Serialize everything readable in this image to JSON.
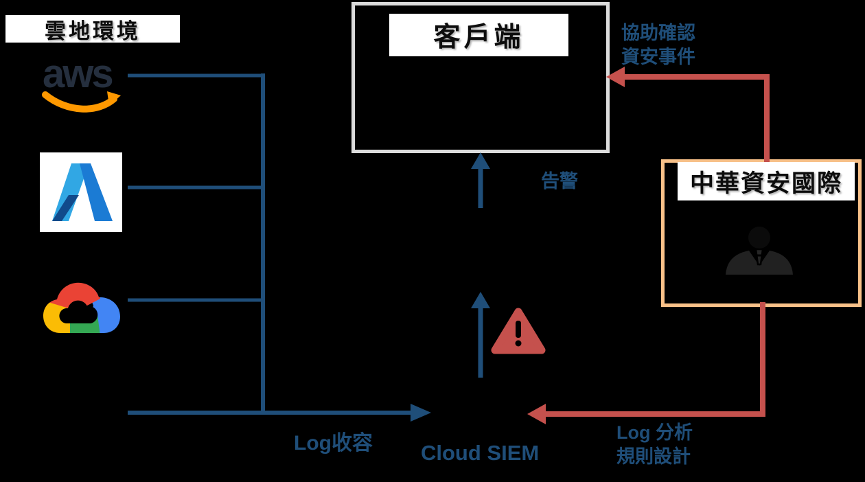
{
  "header": {
    "label": "雲地環境"
  },
  "providers": {
    "aws_wordmark": "aws",
    "icons": [
      "aws-logo",
      "azure-logo",
      "google-cloud-logo"
    ]
  },
  "boxes": {
    "client": {
      "label": "客戶端",
      "border_color": "#dcdcdc"
    },
    "vendor": {
      "label": "中華資安國際",
      "border_color": "#f8c189",
      "icon": "person-silhouette-icon"
    }
  },
  "labels": {
    "assist_line1": "協助確認",
    "assist_line2": "資安事件",
    "alert": "告警",
    "log_collection": "Log收容",
    "cloud_siem": "Cloud SIEM",
    "analysis_line1": "Log 分析",
    "analysis_line2": "規則設計"
  },
  "icons": {
    "warning": "warning-triangle-icon",
    "person": "person-silhouette-icon",
    "aws_smile": "aws-smile-arrow-icon"
  },
  "colors": {
    "background": "#000000",
    "arrow_blue": "#1f4e79",
    "arrow_red": "#c5514d",
    "vendor_border": "#f8c189",
    "client_border": "#dcdcdc",
    "aws_orange": "#ff9900",
    "aws_dark": "#252f3e"
  }
}
